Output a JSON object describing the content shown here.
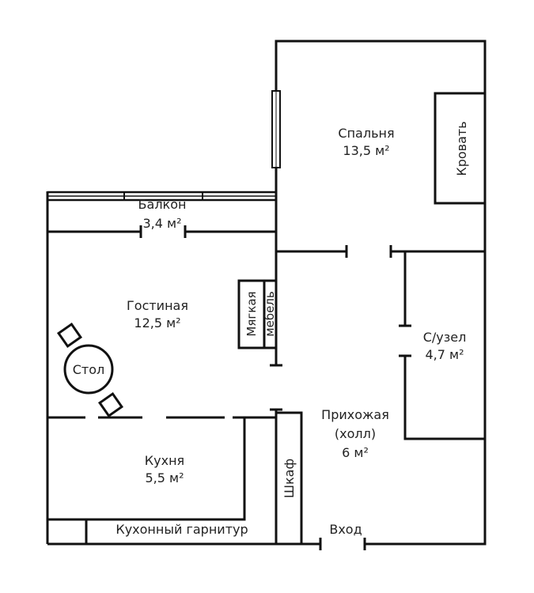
{
  "rooms": {
    "bedroom": {
      "name": "Спальня",
      "area": "13,5 м²"
    },
    "balcony": {
      "name": "Балкон",
      "area": "3,4 м²"
    },
    "living": {
      "name": "Гостиная",
      "area": "12,5 м²"
    },
    "bathroom": {
      "name": "С/узел",
      "area": "4,7 м²"
    },
    "hall": {
      "name": "Прихожая",
      "subtitle": "(холл)",
      "area": "6 м²"
    },
    "kitchen": {
      "name": "Кухня",
      "area": "5,5 м²"
    }
  },
  "furniture": {
    "bed": "Кровать",
    "sofa_line1": "Мягкая",
    "sofa_line2": "мебель",
    "table": "Стол",
    "wardrobe": "Шкаф",
    "kitchen_set": "Кухонный гарнитур"
  },
  "labels": {
    "entrance": "Вход"
  },
  "colors": {
    "walls": "#111111",
    "background": "#ffffff"
  }
}
